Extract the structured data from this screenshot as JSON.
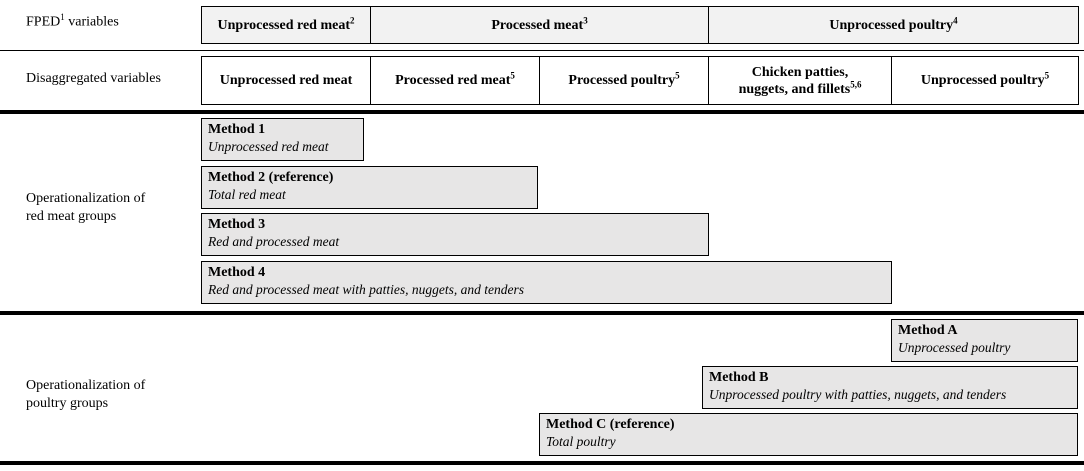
{
  "rows": {
    "fped_label": "FPED",
    "fped_sup": "1",
    "fped_label_rest": " variables",
    "disaggregated_label": "Disaggregated variables",
    "red_group_label_1": "Operationalization  of",
    "red_group_label_2": "red meat  groups",
    "poultry_group_label_1": "Operationalization  of",
    "poultry_group_label_2": "poultry  groups"
  },
  "fped_headers": [
    {
      "text": "Unprocessed red meat",
      "sup": "2"
    },
    {
      "text": "Processed meat",
      "sup": "3"
    },
    {
      "text": "Unprocessed poultry",
      "sup": "4"
    }
  ],
  "disaggregated_headers": [
    {
      "text": "Unprocessed red meat",
      "sup": ""
    },
    {
      "text": "Processed red meat",
      "sup": "5"
    },
    {
      "text": "Processed poultry",
      "sup": "5"
    },
    {
      "text_line1": "Chicken patties,",
      "text_line2": "nuggets, and fillets",
      "sup": "5,6"
    },
    {
      "text": "Unprocessed poultry",
      "sup": "5"
    }
  ],
  "red_meat_methods": [
    {
      "title": "Method 1",
      "desc": "Unprocessed red meat"
    },
    {
      "title": "Method 2 (reference)",
      "desc": "Total red meat"
    },
    {
      "title": "Method 3",
      "desc": "Red and processed meat"
    },
    {
      "title": "Method 4",
      "desc": "Red and processed meat with patties, nuggets, and tenders"
    }
  ],
  "poultry_methods": [
    {
      "title": "Method A",
      "desc": "Unprocessed poultry"
    },
    {
      "title": "Method B",
      "desc": "Unprocessed poultry with patties, nuggets, and tenders"
    },
    {
      "title": "Method C (reference)",
      "desc": "Total poultry"
    }
  ],
  "colors": {
    "header_fill": "#f2f2f2",
    "method_fill": "#e7e6e6",
    "rule": "#000000"
  }
}
